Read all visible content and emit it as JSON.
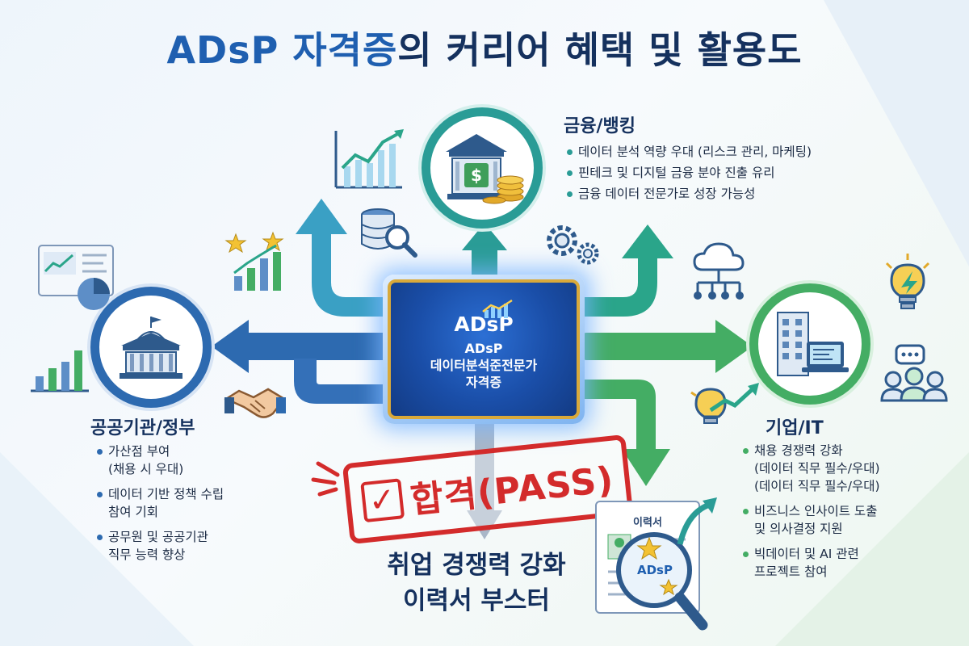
{
  "title": {
    "highlight": "ADsP 자격증",
    "rest": "의 커리어 혜택 및 활용도"
  },
  "center": {
    "logo": "ADsP",
    "line1": "ADsP",
    "line2": "데이터분석준전문가",
    "line3": "자격증"
  },
  "finance": {
    "title": "금융/뱅킹",
    "bullets": [
      "데이터 분석 역량 우대 (리스크 관리, 마케팅)",
      "핀테크 및 디지털 금융 분야 진출 유리",
      "금융 데이터 전문가로 성장 가능성"
    ]
  },
  "government": {
    "title": "공공기관/정부",
    "bullets": [
      [
        "가산점 부여",
        "(채용 시 우대)"
      ],
      [
        "데이터 기반 정책 수립",
        "참여 기회"
      ],
      [
        "공무원 및 공공기관",
        "직무 능력 향상"
      ]
    ]
  },
  "corporate": {
    "title": "기업/IT",
    "bullets": [
      [
        "채용 경쟁력 강화",
        "(데이터 직무 필수/우대)",
        "(데이터 직무 필수/우대)"
      ],
      [
        "비즈니스 인사이트 도출",
        "및 의사결정 지원"
      ],
      [
        "빅데이터 및 AI 관련",
        "프로젝트 참여"
      ]
    ]
  },
  "stamp": {
    "check": "✓",
    "text": "합격(PASS)"
  },
  "boost": {
    "line1": "취업 경쟁력 강화",
    "line2": "이력서 부스터"
  },
  "resume": {
    "title": "이력서",
    "badge": "ADsP"
  },
  "colors": {
    "finance": "#2a9c96",
    "government": "#2d6ab0",
    "corporate": "#44ad64",
    "stamp": "#d32b2b",
    "navy": "#15315e"
  }
}
